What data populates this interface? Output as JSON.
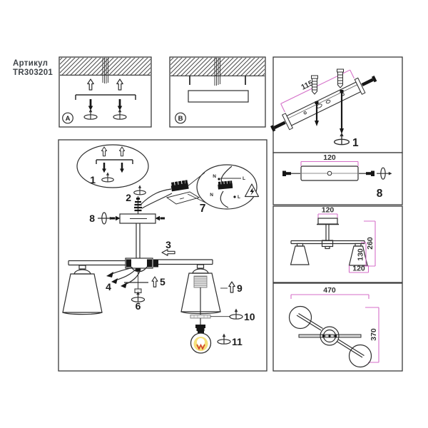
{
  "article": {
    "label": "Артикул",
    "code": "TR303201"
  },
  "views": {
    "a": "A",
    "b": "B"
  },
  "steps": {
    "s1": "1",
    "s2": "2",
    "s3": "3",
    "s4": "4",
    "s5": "5",
    "s6": "6",
    "s7": "7",
    "s8": "8",
    "s9": "9",
    "s10": "10",
    "s11": "11"
  },
  "wiring": {
    "n1": "N",
    "l1": "L",
    "n2": "N",
    "l2": "L"
  },
  "panels": {
    "bracket": {
      "dim": "115",
      "step": "1"
    },
    "canopy": {
      "dim": "120",
      "step": "8"
    },
    "front": {
      "canopy_width": "120",
      "height": "260",
      "shade_height": "130",
      "shade_width": "120"
    },
    "top": {
      "width": "470",
      "depth": "370"
    }
  },
  "colors": {
    "line": "#2e2e2e",
    "dimension": "#d46ec8",
    "dim_text": "#333333",
    "bulb_glow": "#f5e07a",
    "filament": "#d03a2a"
  }
}
